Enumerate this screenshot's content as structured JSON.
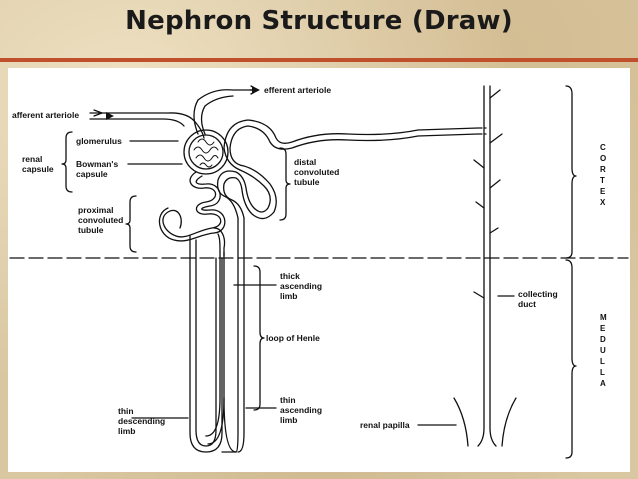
{
  "title": "Nephron Structure (Draw)",
  "labels": {
    "afferent": "afferent arteriole",
    "efferent": "efferent arteriole",
    "glomerulus": "glomerulus",
    "renal_1": "renal",
    "renal_2": "capsule",
    "bowman_1": "Bowman's",
    "bowman_2": "capsule",
    "pct_1": "proximal",
    "pct_2": "convoluted",
    "pct_3": "tubule",
    "dct_1": "distal",
    "dct_2": "convoluted",
    "dct_3": "tubule",
    "thick_1": "thick",
    "thick_2": "ascending",
    "thick_3": "limb",
    "loop": "loop of Henle",
    "thinasc_1": "thin",
    "thinasc_2": "ascending",
    "thinasc_3": "limb",
    "thindesc_1": "thin",
    "thindesc_2": "descending",
    "thindesc_3": "limb",
    "collecting_1": "collecting",
    "collecting_2": "duct",
    "papilla": "renal papilla",
    "cortex": [
      "C",
      "O",
      "R",
      "T",
      "E",
      "X"
    ],
    "medulla": [
      "M",
      "E",
      "D",
      "U",
      "L",
      "L",
      "A"
    ]
  }
}
